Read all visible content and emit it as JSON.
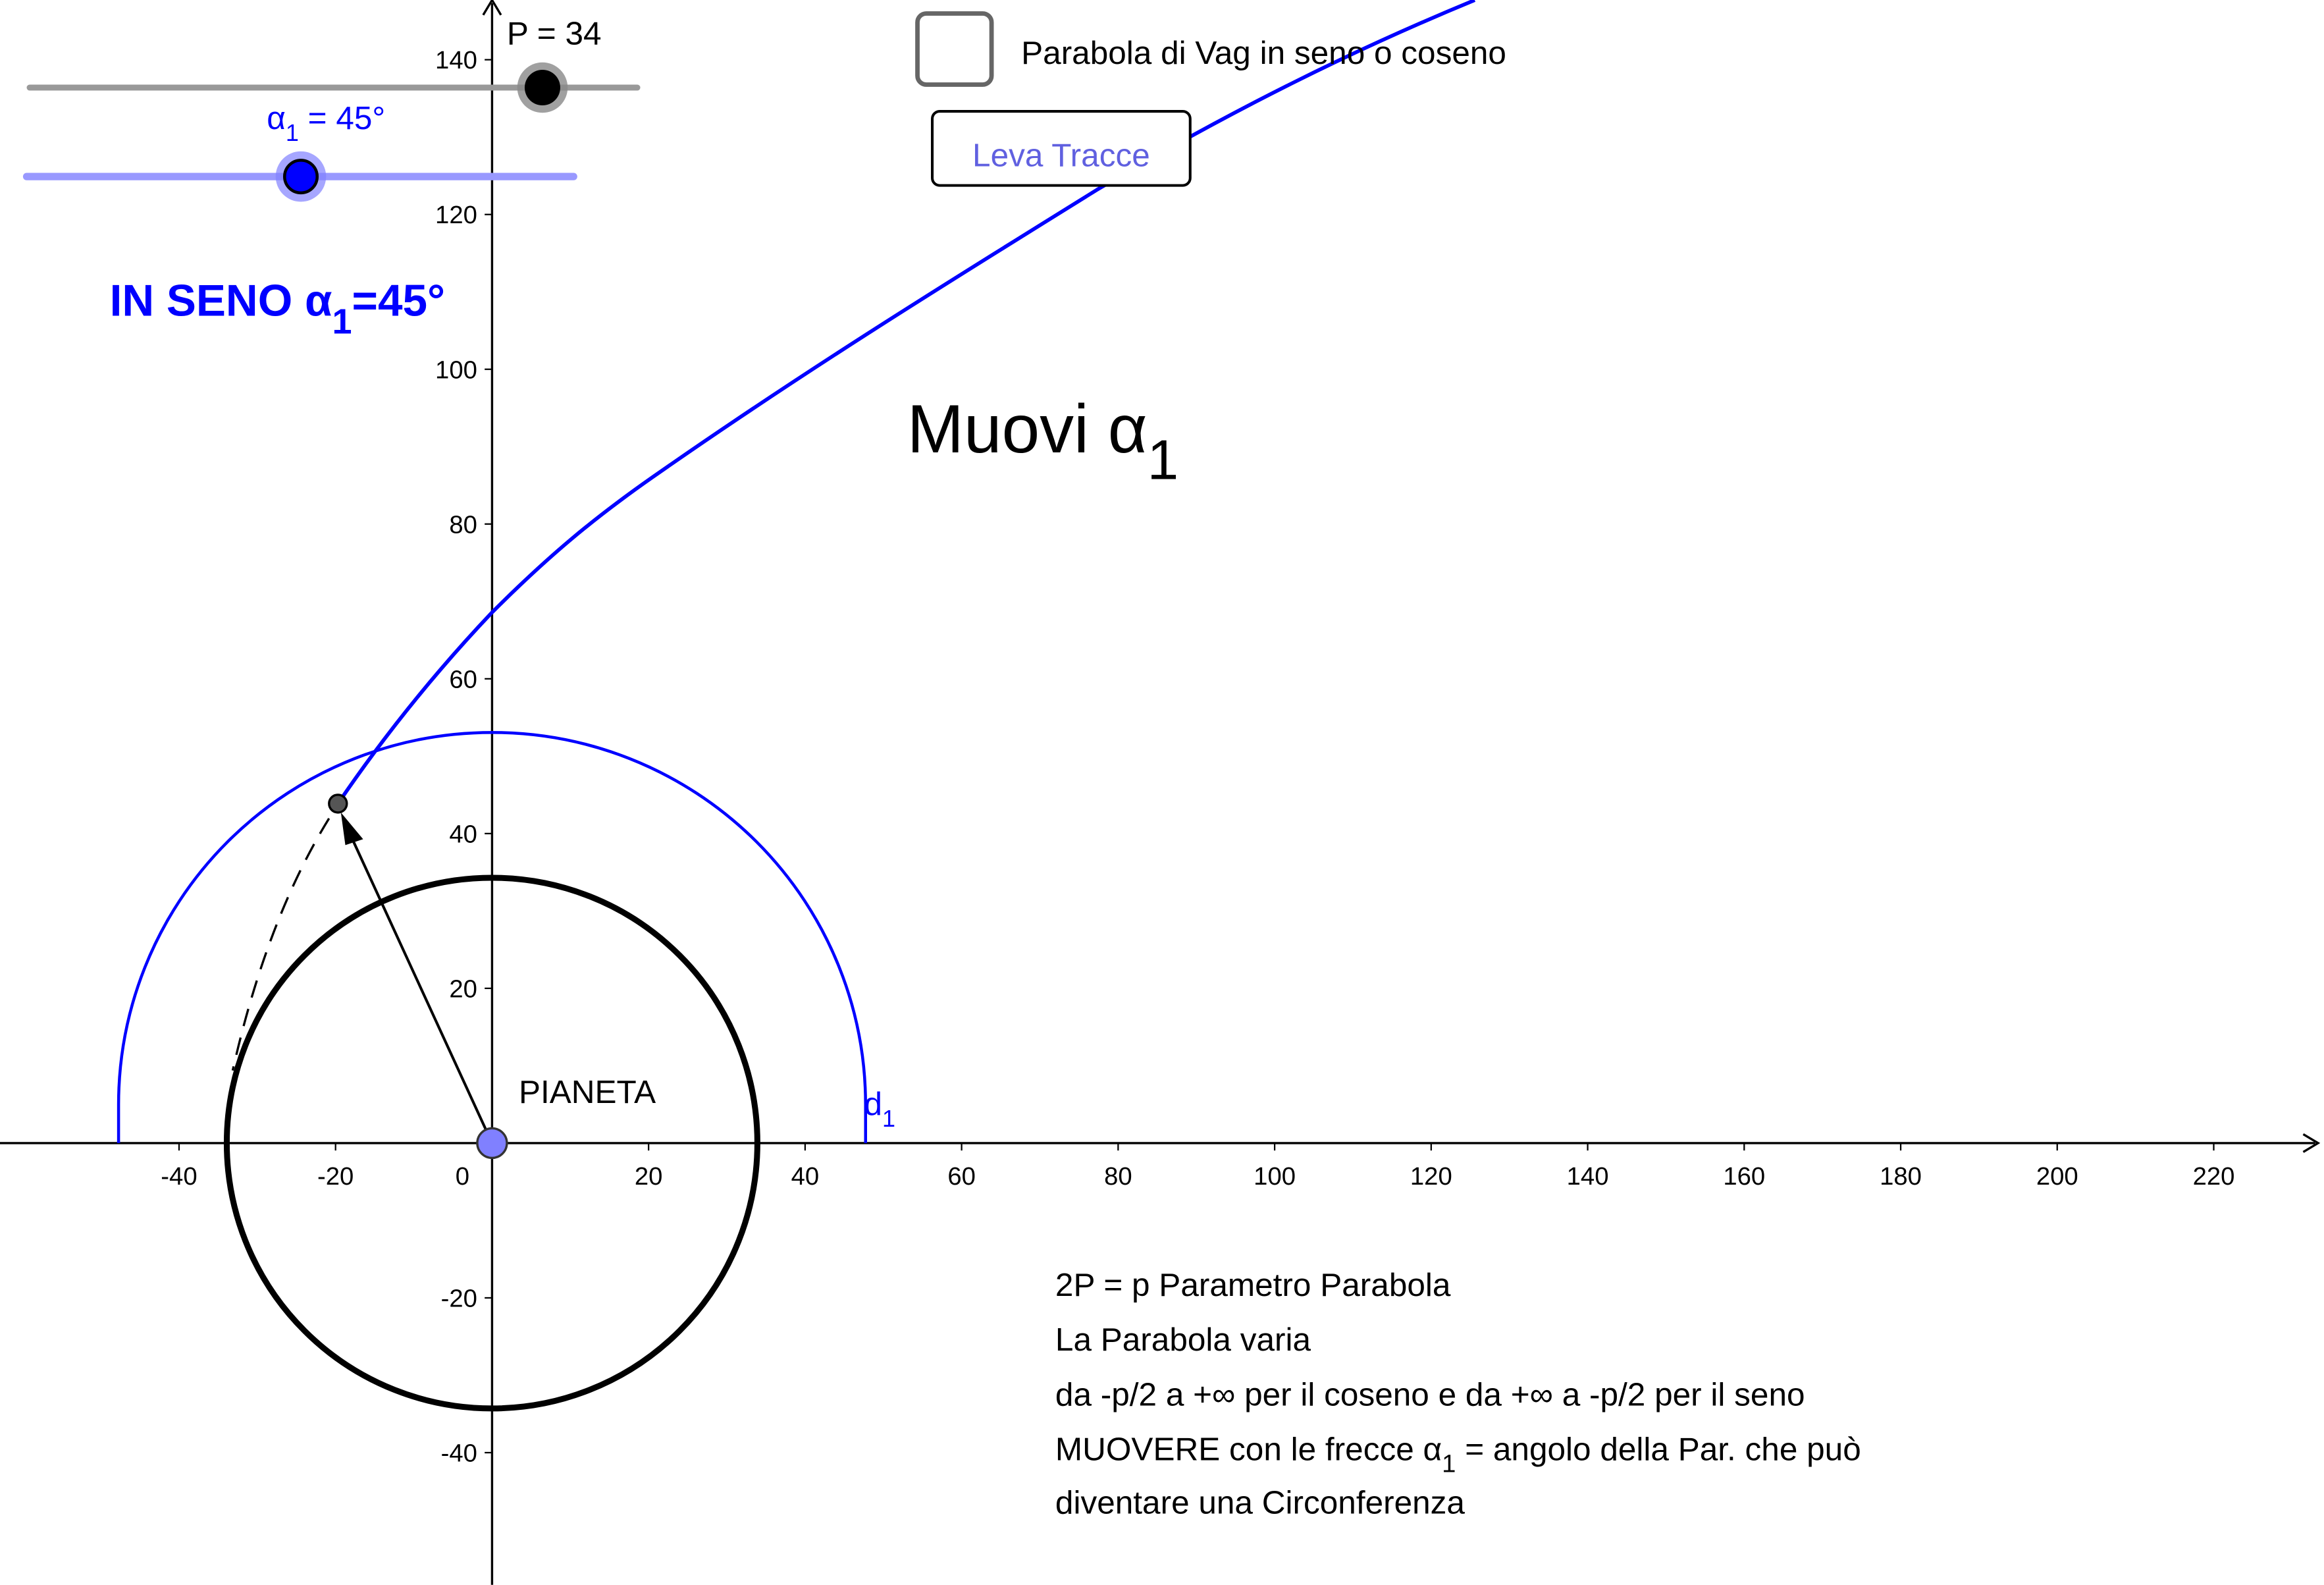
{
  "sliders": {
    "p": {
      "label": "P = 34",
      "value": 34,
      "color": "#999999"
    },
    "alpha": {
      "label_symbol": "α",
      "label_sub": "1",
      "label_rest": " = 45°",
      "value_deg": 45,
      "color": "#9999ff"
    }
  },
  "checkbox": {
    "label": "Parabola di Vag in seno o coseno",
    "checked": false
  },
  "button": {
    "label": "Leva Tracce"
  },
  "title_blue": {
    "main": "IN SENO α",
    "sub": "1",
    "rest": "=45°",
    "color": "#0000ff"
  },
  "hint": {
    "main": "Muovi α",
    "sub": "1"
  },
  "labels": {
    "planet": "PIANETA",
    "curve_d": "d",
    "curve_sub": "1"
  },
  "axes": {
    "x_ticks": [
      "-40",
      "-20",
      "0",
      "20",
      "40",
      "60",
      "80",
      "100",
      "120",
      "140",
      "160",
      "180",
      "200",
      "220"
    ],
    "y_ticks": [
      "140",
      "120",
      "100",
      "80",
      "60",
      "40",
      "20",
      "-20",
      "-40"
    ]
  },
  "notes": {
    "line1": "2P = p  Parametro Parabola",
    "line2": "La Parabola  varia",
    "line3": "da   -p/2  a  +∞ per il coseno e da   +∞ a  -p/2  per il seno",
    "line4a": "MUOVERE con le frecce α",
    "line4sub": "1",
    "line4b": " = angolo della Par. che  può",
    "line5": "diventare una Circonferenza"
  }
}
